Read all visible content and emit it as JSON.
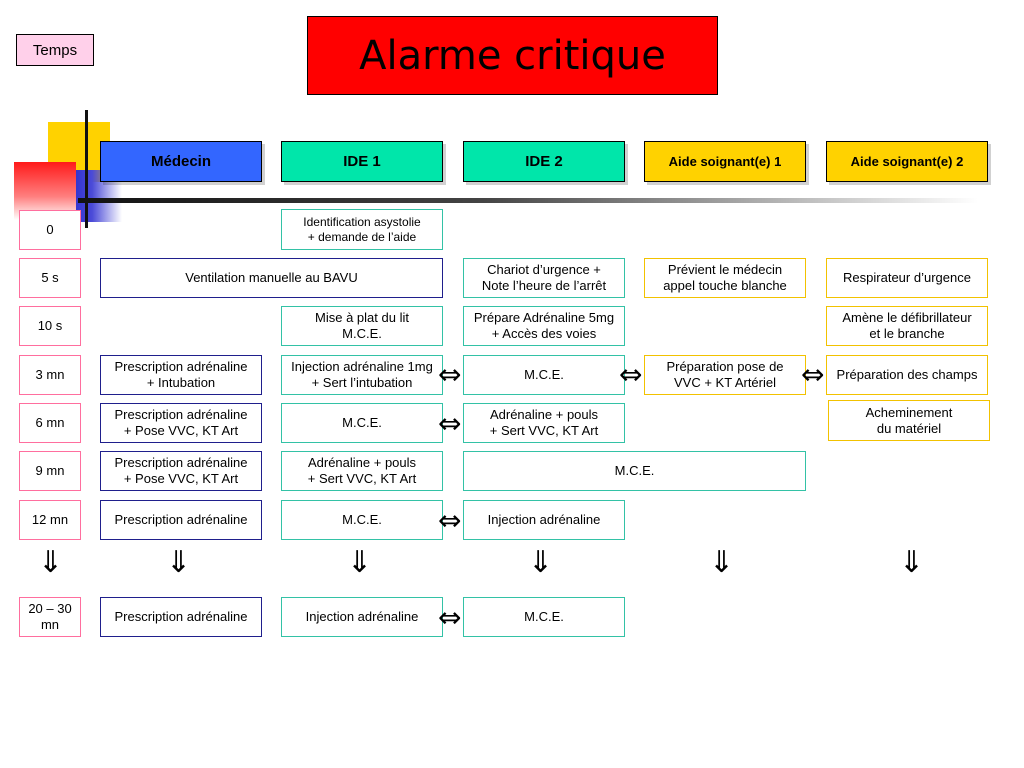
{
  "title": "Alarme critique",
  "time_header": "Temps",
  "roles": [
    "Médecin",
    "IDE 1",
    "IDE 2",
    "Aide soignant(e) 1",
    "Aide soignant(e) 2"
  ],
  "times": [
    "0",
    "5 s",
    "10 s",
    "3 mn",
    "6 mn",
    "9 mn",
    "12 mn",
    "20 – 30\nmn"
  ],
  "tasks": {
    "t0_ide1": "Identification asystolie\n+ demande de l’aide",
    "t5_ventilation": "Ventilation manuelle au BAVU",
    "t5_ide2": "Chariot d’urgence +\nNote l’heure de l’arrêt",
    "t5_as1": "Prévient le médecin\nappel touche blanche",
    "t5_as2": "Respirateur d’urgence",
    "t10_ide1": "Mise à plat du lit\nM.C.E.",
    "t10_ide2": "Prépare Adrénaline 5mg\n+ Accès des voies",
    "t10_as2": "Amène le défibrillateur\net le branche",
    "t3_med": "Prescription adrénaline\n+ Intubation",
    "t3_ide1": "Injection adrénaline 1mg\n+ Sert l’intubation",
    "t3_ide2": "M.C.E.",
    "t3_as1": "Préparation pose de\nVVC + KT Artériel",
    "t3_as2": "Préparation des champs",
    "t6_med": "Prescription adrénaline\n+ Pose VVC, KT Art",
    "t6_ide1": "M.C.E.",
    "t6_ide2": "Adrénaline + pouls\n+ Sert VVC, KT Art",
    "t6_as2": "Acheminement\ndu matériel",
    "t9_med": "Prescription adrénaline\n+ Pose VVC, KT Art",
    "t9_ide1": "Adrénaline + pouls\n+ Sert VVC, KT Art",
    "t9_ide2_as1": "M.C.E.",
    "t12_med": "Prescription adrénaline",
    "t12_ide1": "M.C.E.",
    "t12_ide2": "Injection adrénaline",
    "t20_med": "Prescription adrénaline",
    "t20_ide1": "Injection adrénaline",
    "t20_ide2": "M.C.E."
  },
  "symbols": {
    "swap": "⇔",
    "down": "⇓"
  },
  "colors": {
    "title_bg": "#ff0000",
    "medecin_header": "#3366ff",
    "ide_header": "#00e6aa",
    "aide_header": "#ffd200",
    "medecin_border": "#1f1f8c",
    "ide_border": "#33c2a6",
    "aide_border": "#f2c200",
    "time_border": "#ff6e9e"
  }
}
